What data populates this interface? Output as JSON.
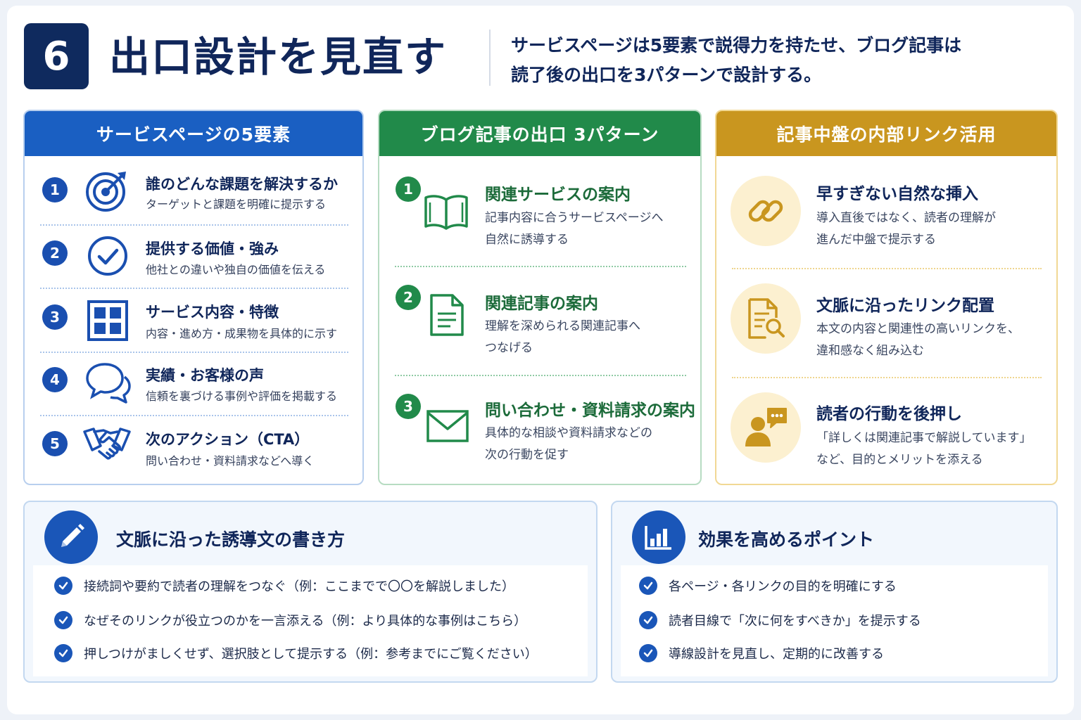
{
  "header": {
    "number": "6",
    "title": "出口設計を見直す",
    "subtitle_line1": "サービスページは5要素で説得力を持たせ、ブログ記事は",
    "subtitle_line2": "読了後の出口を3パターンで設計する。"
  },
  "service_card": {
    "title": "サービスページの5要素",
    "items": [
      {
        "num": "1",
        "icon": "target-icon",
        "title": "誰のどんな課題を解決するか",
        "desc": "ターゲットと課題を明確に提示する"
      },
      {
        "num": "2",
        "icon": "check-circle-icon",
        "title": "提供する価値・強み",
        "desc": "他社との違いや独自の価値を伝える"
      },
      {
        "num": "3",
        "icon": "grid-icon",
        "title": "サービス内容・特徴",
        "desc": "内容・進め方・成果物を具体的に示す"
      },
      {
        "num": "4",
        "icon": "speech-bubbles-icon",
        "title": "実績・お客様の声",
        "desc": "信頼を裏づける事例や評価を掲載する"
      },
      {
        "num": "5",
        "icon": "handshake-icon",
        "title": "次のアクション（CTA）",
        "desc": "問い合わせ・資料請求などへ導く"
      }
    ]
  },
  "blog_card": {
    "title": "ブログ記事の出口 3パターン",
    "items": [
      {
        "num": "1",
        "icon": "open-book-icon",
        "title": "関連サービスの案内",
        "desc1": "記事内容に合うサービスページへ",
        "desc2": "自然に誘導する"
      },
      {
        "num": "2",
        "icon": "document-icon",
        "title": "関連記事の案内",
        "desc1": "理解を深められる関連記事へ",
        "desc2": "つなげる"
      },
      {
        "num": "3",
        "icon": "envelope-icon",
        "title": "問い合わせ・資料請求の案内",
        "desc1": "具体的な相談や資料請求などの",
        "desc2": "次の行動を促す"
      }
    ]
  },
  "link_card": {
    "title": "記事中盤の内部リンク活用",
    "items": [
      {
        "icon": "link-chain-icon",
        "title": "早すぎない自然な挿入",
        "desc1": "導入直後ではなく、読者の理解が",
        "desc2": "進んだ中盤で提示する"
      },
      {
        "icon": "document-search-icon",
        "title": "文脈に沿ったリンク配置",
        "desc1": "本文の内容と関連性の高いリンクを、",
        "desc2": "違和感なく組み込む"
      },
      {
        "icon": "person-chat-icon",
        "title": "読者の行動を後押し",
        "desc1": "「詳しくは関連記事で解説しています」",
        "desc2": "など、目的とメリットを添える"
      }
    ]
  },
  "writing_panel": {
    "icon": "pencil-icon",
    "title": "文脈に沿った誘導文の書き方",
    "points": [
      "接続詞や要約で読者の理解をつなぐ（例：ここまでで〇〇を解説しました）",
      "なぜそのリンクが役立つのかを一言添える（例：より具体的な事例はこちら）",
      "押しつけがましくせず、選択肢として提示する（例：参考までにご覧ください）"
    ]
  },
  "effect_panel": {
    "icon": "bar-chart-icon",
    "title": "効果を高めるポイント",
    "points": [
      "各ページ・各リンクの目的を明確にする",
      "読者目線で「次に何をすべきか」を提示する",
      "導線設計を見直し、定期的に改善する"
    ]
  },
  "colors": {
    "navy": "#10265a",
    "blue": "#1a5fc2",
    "green": "#218a4a",
    "gold": "#c9961f"
  }
}
